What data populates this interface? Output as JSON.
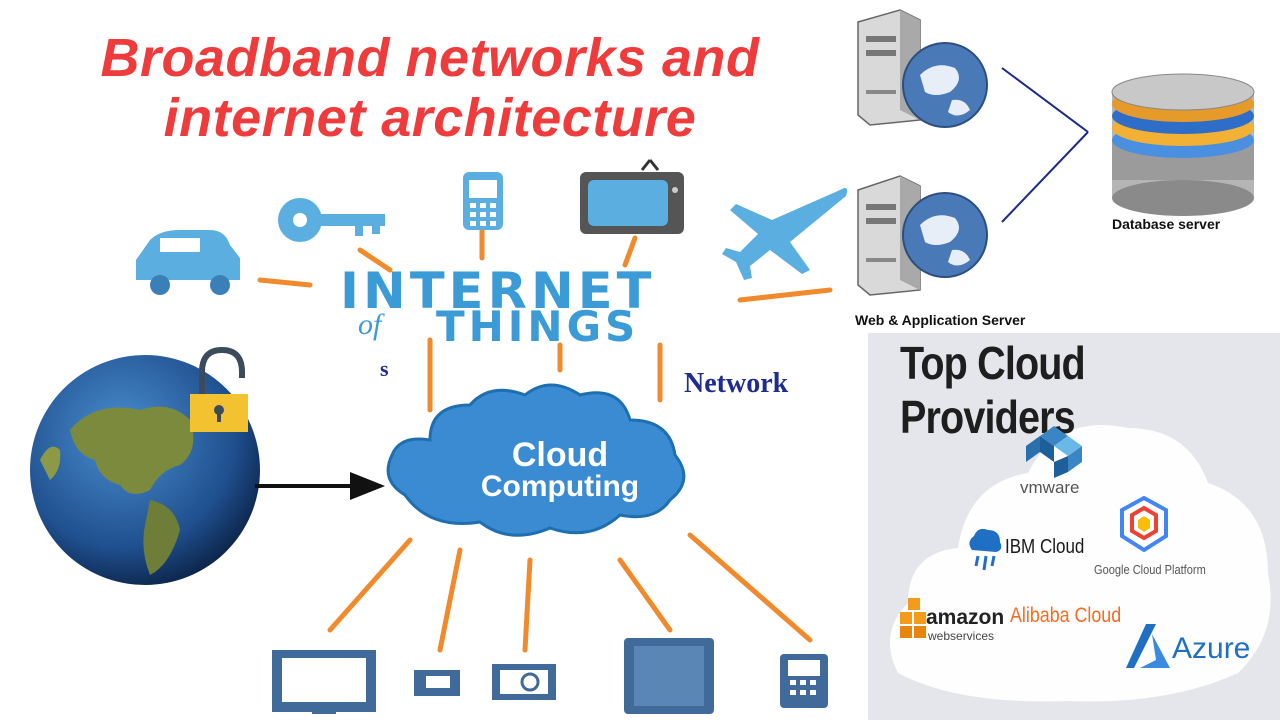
{
  "title": {
    "line1": "Broadband networks and",
    "line2": "internet architecture"
  },
  "iot": {
    "line1": "INTERNET",
    "of": "of",
    "things": "THINGS",
    "network": "Network",
    "fragment": "s",
    "cloud_line1": "Cloud",
    "cloud_line2": "Computing"
  },
  "server_diagram": {
    "database_label": "Database server",
    "web_app_label": "Web & Application Server"
  },
  "cloud_providers": {
    "heading": "Top Cloud Providers",
    "vmware": "vmware",
    "ibm": "IBM Cloud",
    "google": "Google Cloud Platform",
    "amazon": "amazon",
    "amazon_sub": "webservices",
    "alibaba": "Alibaba Cloud",
    "azure": "Azure"
  },
  "colors": {
    "title_red": "#ee3b3b",
    "iot_blue": "#3b9bd6",
    "connector_orange": "#f08a2c",
    "network_navy": "#1f2c8f",
    "azure_blue": "#1f6fc4",
    "alibaba_orange": "#f36c21"
  }
}
